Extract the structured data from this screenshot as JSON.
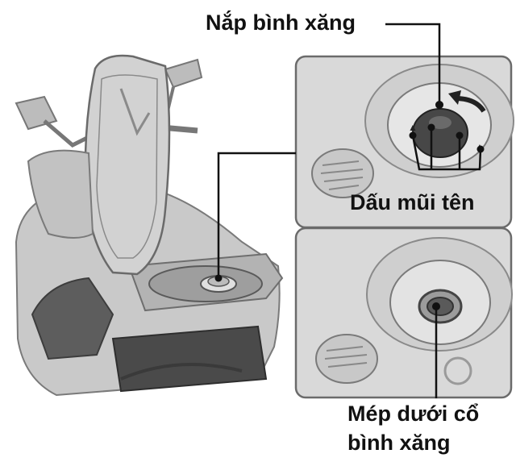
{
  "labels": {
    "fuel_cap": "Nắp bình xăng",
    "arrow_marks": "Dấu mũi tên",
    "neck_edge_line1": "Mép dưới cổ",
    "neck_edge_line2": "bình xăng"
  },
  "colors": {
    "line": "#111111",
    "panel_bg": "#d9d9d9",
    "panel_border": "#6b6b6b",
    "cap": "#474747",
    "metal": "#bdbdbd",
    "metal_dark": "#8f8f8f"
  }
}
